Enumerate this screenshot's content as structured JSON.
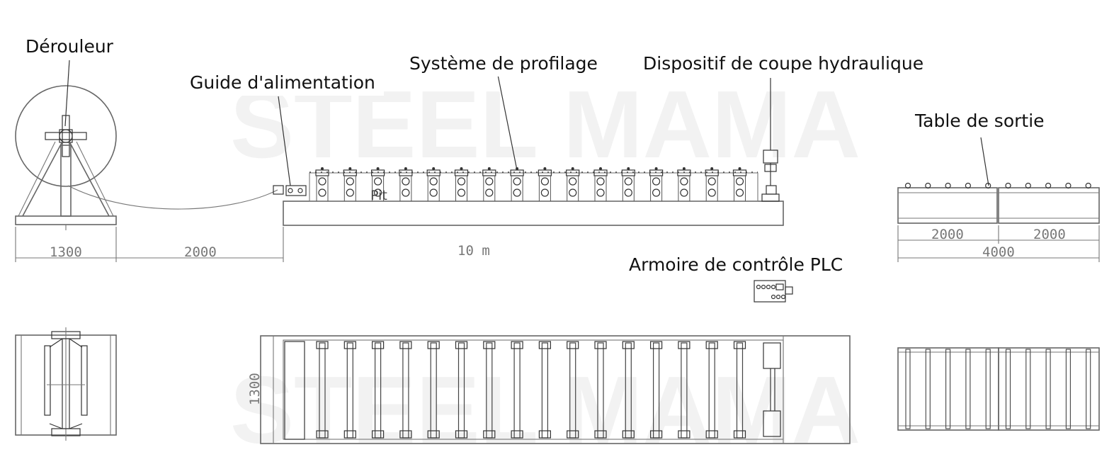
{
  "labels": {
    "decoiler": "Dérouleur",
    "feeding_guide": "Guide d'alimentation",
    "forming_system": "Système de profilage",
    "hydraulic_cutting": "Dispositif de coupe hydraulique",
    "runout_table": "Table de sortie",
    "plc_cabinet": "Armoire de contrôle PLC"
  },
  "dimensions": {
    "decoiler_width": "1300",
    "gap_to_machine": "2000",
    "machine_length": "10 m",
    "table_section_1": "2000",
    "table_section_2": "2000",
    "table_total": "4000",
    "machine_width": "1300"
  },
  "annotations": {
    "pit": "Pit"
  },
  "watermark": "STEEL MAMA",
  "colors": {
    "drawing": "#555555",
    "watermark": "#f1f1f1",
    "label_text": "#111111"
  }
}
